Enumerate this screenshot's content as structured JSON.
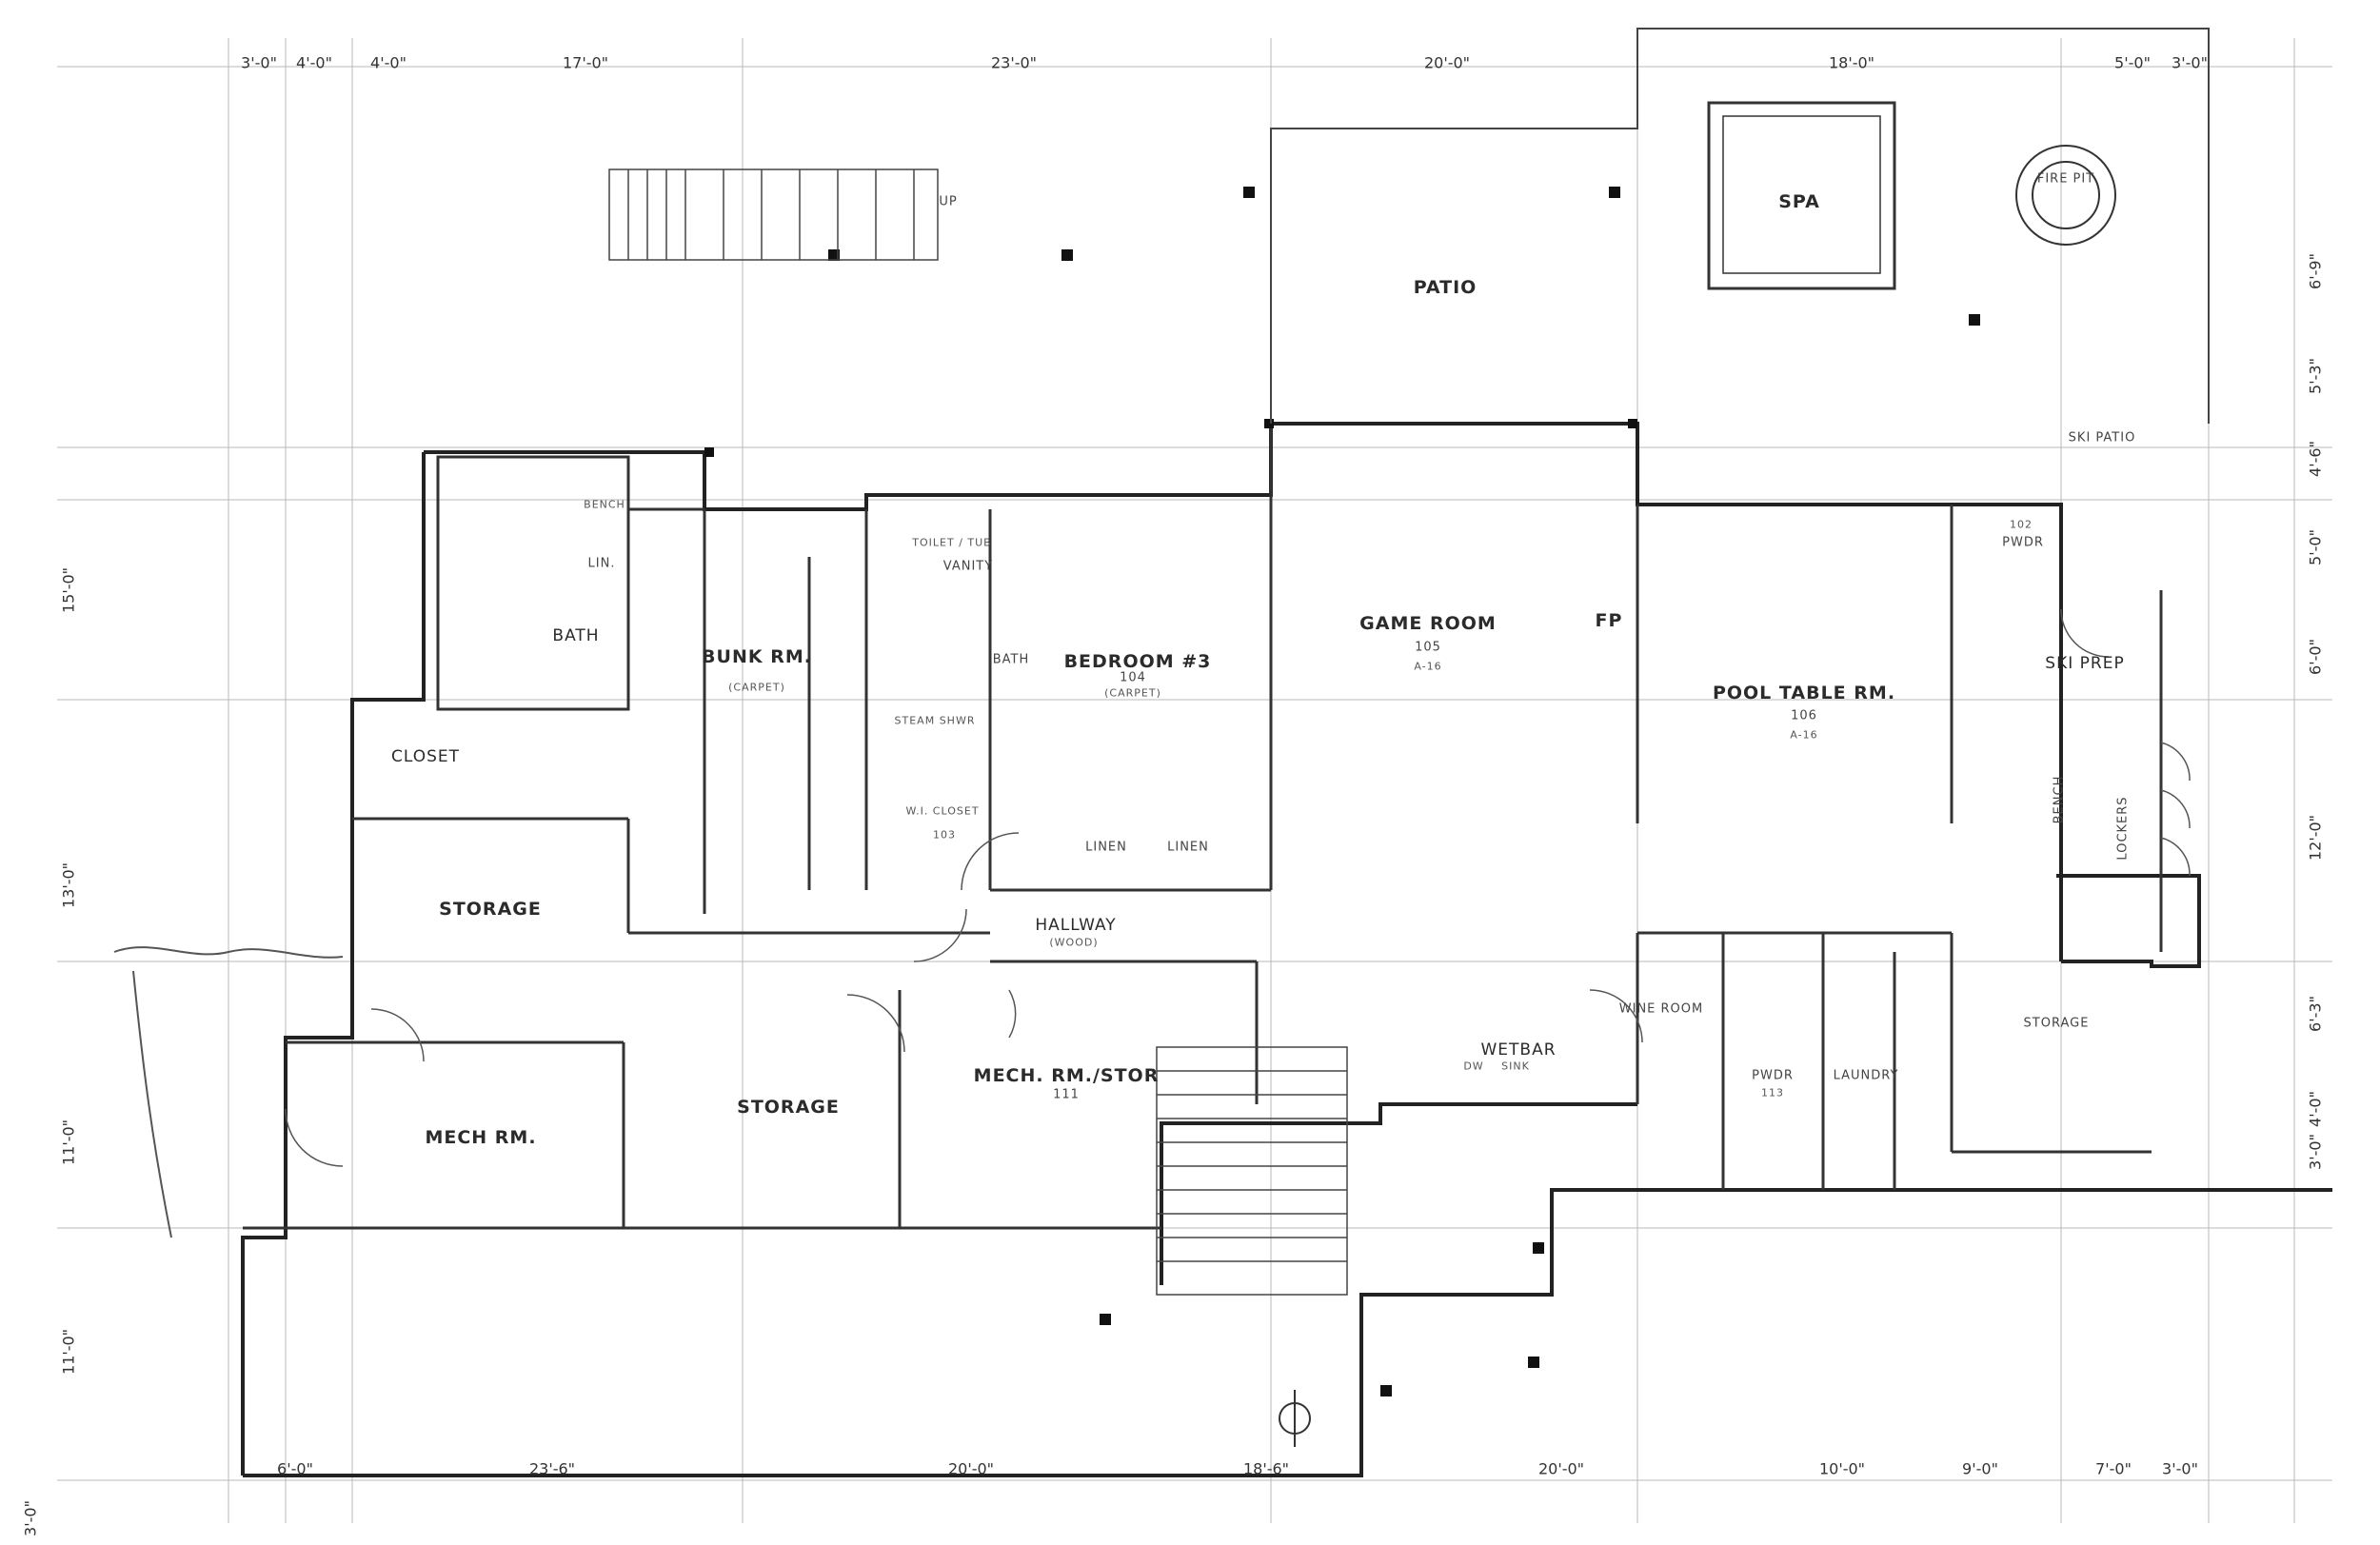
{
  "plan": {
    "room_labels": {
      "patio": "PATIO",
      "spa": "SPA",
      "fire_pit": "FIRE PIT",
      "ski_patio": "SKI PATIO",
      "game_room": "GAME ROOM",
      "game_room_num": "105",
      "game_room_ref": "A-16",
      "pool_table_rm": "POOL TABLE RM.",
      "pool_table_num": "106",
      "pool_table_ref": "A-16",
      "bunk_rm": "BUNK RM.",
      "bunk_note": "(CARPET)",
      "bedroom3": "BEDROOM #3",
      "bedroom3_num": "104",
      "bedroom3_note": "(CARPET)",
      "bath_left": "BATH",
      "bath_mid": "BATH",
      "vanity": "VANITY",
      "toilet_tub": "TOILET / TUB",
      "steam_shower": "STEAM SHWR",
      "wi_closet": "W.I. CLOSET",
      "wi_closet_num": "103",
      "closet": "CLOSET",
      "linen1": "LINEN",
      "linen2": "LINEN",
      "hallway": "HALLWAY",
      "hallway_note": "(WOOD)",
      "storage1": "STORAGE",
      "storage2": "STORAGE",
      "storage3": "STORAGE",
      "mech_rm": "MECH RM.",
      "mech_rm_stor": "MECH. RM./STOR",
      "mech_rm_stor_num": "111",
      "wet_bar": "WETBAR",
      "wine_room": "WINE ROOM",
      "powder_left": "PWDR",
      "powder_left_num": "113",
      "laundry": "LAUNDRY",
      "pwdr": "PWDR",
      "pwdr_num": "102",
      "ski_prep": "SKI PREP",
      "bench": "BENCH",
      "lockers": "LOCKERS",
      "fp": "FP",
      "lin": "LIN.",
      "bench_top": "BENCH",
      "up": "UP",
      "dw": "DW",
      "sink": "SINK"
    },
    "top_dims": [
      "3'-0\"",
      "4'-0\"",
      "4'-0\"",
      "17'-0\"",
      "23'-0\"",
      "20'-0\"",
      "18'-0\"",
      "5'-0\"",
      "3'-0\""
    ],
    "bottom_dims": [
      "6'-0\"",
      "23'-6\"",
      "20'-0\"",
      "18'-6\"",
      "20'-0\"",
      "10'-0\"",
      "9'-0\"",
      "7'-0\"",
      "3'-0\""
    ],
    "left_dims": [
      "15'-0\"",
      "13'-0\"",
      "11'-0\"",
      "11'-0\"",
      "3'-0\""
    ],
    "right_dims": [
      "6'-9\"",
      "5'-3\"",
      "4'-6\"",
      "5'-0\"",
      "6'-0\"",
      "12'-0\"",
      "6'-3\"",
      "4'-0\"",
      "3'-0\""
    ]
  }
}
